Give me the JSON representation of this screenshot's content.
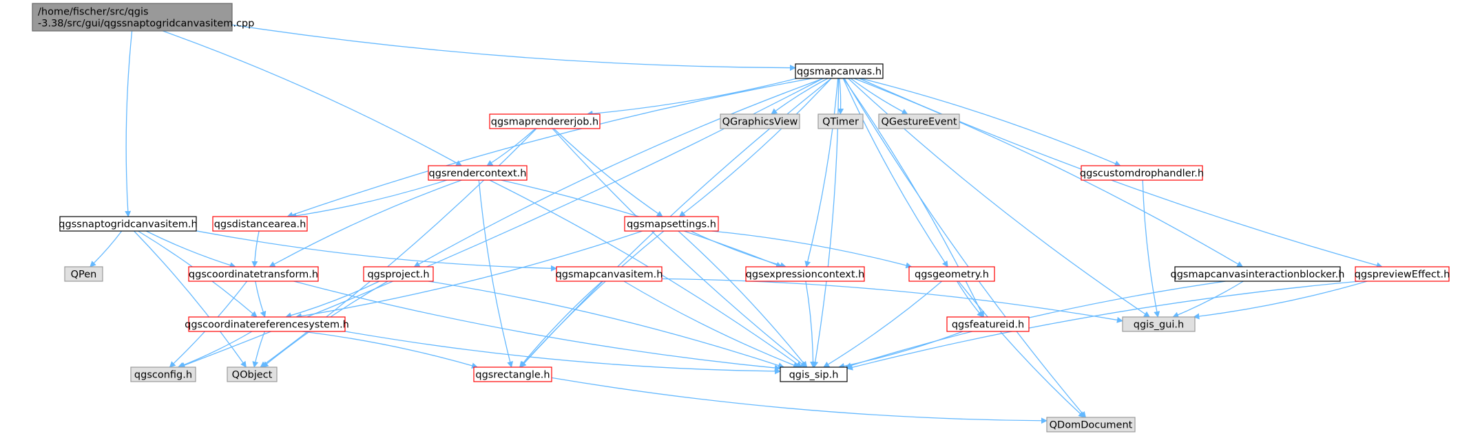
{
  "graph": {
    "edge_color": "#63b8ff",
    "box_styles": {
      "source": {
        "fill": "#999999",
        "stroke": "#666666"
      },
      "plain": {
        "fill": "#ffffff",
        "stroke": "#000000"
      },
      "link": {
        "fill": "#ffffff",
        "stroke": "#ff0000"
      },
      "external": {
        "fill": "#e0e0e0",
        "stroke": "#999999"
      }
    },
    "nodes": [
      {
        "id": "src",
        "label_lines": [
          "/home/fischer/src/qgis",
          "-3.38/src/gui/qgssnaptogridcanvasitem.cpp"
        ],
        "style": "source"
      },
      {
        "id": "mapcanvas",
        "label_lines": [
          "qgsmapcanvas.h"
        ],
        "style": "plain"
      },
      {
        "id": "maprendererjob",
        "label_lines": [
          "qgsmaprendererjob.h"
        ],
        "style": "link"
      },
      {
        "id": "qgraphicsview",
        "label_lines": [
          "QGraphicsView"
        ],
        "style": "external"
      },
      {
        "id": "qtimer",
        "label_lines": [
          "QTimer"
        ],
        "style": "external"
      },
      {
        "id": "qgestureevent",
        "label_lines": [
          "QGestureEvent"
        ],
        "style": "external"
      },
      {
        "id": "rendercontext",
        "label_lines": [
          "qgsrendercontext.h"
        ],
        "style": "link"
      },
      {
        "id": "customdrophandler",
        "label_lines": [
          "qgscustomdrophandler.h"
        ],
        "style": "link"
      },
      {
        "id": "snaptogrid",
        "label_lines": [
          "qgssnaptogridcanvasitem.h"
        ],
        "style": "plain"
      },
      {
        "id": "distancearea",
        "label_lines": [
          "qgsdistancearea.h"
        ],
        "style": "link"
      },
      {
        "id": "mapsettings",
        "label_lines": [
          "qgsmapsettings.h"
        ],
        "style": "link"
      },
      {
        "id": "qpen",
        "label_lines": [
          "QPen"
        ],
        "style": "external"
      },
      {
        "id": "coordtransform",
        "label_lines": [
          "qgscoordinatetransform.h"
        ],
        "style": "link"
      },
      {
        "id": "project",
        "label_lines": [
          "qgsproject.h"
        ],
        "style": "link"
      },
      {
        "id": "mapcanvasitem",
        "label_lines": [
          "qgsmapcanvasitem.h"
        ],
        "style": "link"
      },
      {
        "id": "expressioncontext",
        "label_lines": [
          "qgsexpressioncontext.h"
        ],
        "style": "link"
      },
      {
        "id": "geometry",
        "label_lines": [
          "qgsgeometry.h"
        ],
        "style": "link"
      },
      {
        "id": "interactionblocker",
        "label_lines": [
          "qgsmapcanvasinteractionblocker.h"
        ],
        "style": "plain"
      },
      {
        "id": "previeweffect",
        "label_lines": [
          "qgspreviewEffect.h"
        ],
        "style": "link"
      },
      {
        "id": "crs",
        "label_lines": [
          "qgscoordinatereferencesystem.h"
        ],
        "style": "link"
      },
      {
        "id": "featureid",
        "label_lines": [
          "qgsfeatureid.h"
        ],
        "style": "link"
      },
      {
        "id": "qgisgui",
        "label_lines": [
          "qgis_gui.h"
        ],
        "style": "external"
      },
      {
        "id": "config",
        "label_lines": [
          "qgsconfig.h"
        ],
        "style": "external"
      },
      {
        "id": "qobject",
        "label_lines": [
          "QObject"
        ],
        "style": "external"
      },
      {
        "id": "rectangle",
        "label_lines": [
          "qgsrectangle.h"
        ],
        "style": "link"
      },
      {
        "id": "qgissip",
        "label_lines": [
          "qgis_sip.h"
        ],
        "style": "plain"
      },
      {
        "id": "qdomdocument",
        "label_lines": [
          "QDomDocument"
        ],
        "style": "external"
      }
    ],
    "edges": [
      [
        "src",
        "mapcanvas"
      ],
      [
        "src",
        "rendercontext"
      ],
      [
        "src",
        "snaptogrid"
      ],
      [
        "mapcanvas",
        "maprendererjob"
      ],
      [
        "mapcanvas",
        "qgraphicsview"
      ],
      [
        "mapcanvas",
        "qtimer"
      ],
      [
        "mapcanvas",
        "qgestureevent"
      ],
      [
        "mapcanvas",
        "customdrophandler"
      ],
      [
        "mapcanvas",
        "distancearea"
      ],
      [
        "mapcanvas",
        "mapsettings"
      ],
      [
        "mapcanvas",
        "project"
      ],
      [
        "mapcanvas",
        "expressioncontext"
      ],
      [
        "mapcanvas",
        "geometry"
      ],
      [
        "mapcanvas",
        "interactionblocker"
      ],
      [
        "mapcanvas",
        "previeweffect"
      ],
      [
        "mapcanvas",
        "featureid"
      ],
      [
        "mapcanvas",
        "qgisgui"
      ],
      [
        "mapcanvas",
        "config"
      ],
      [
        "mapcanvas",
        "rectangle"
      ],
      [
        "mapcanvas",
        "qgissip"
      ],
      [
        "mapcanvas",
        "qdomdocument"
      ],
      [
        "maprendererjob",
        "rendercontext"
      ],
      [
        "maprendererjob",
        "mapsettings"
      ],
      [
        "maprendererjob",
        "qobject"
      ],
      [
        "maprendererjob",
        "qgissip"
      ],
      [
        "rendercontext",
        "distancearea"
      ],
      [
        "rendercontext",
        "coordtransform"
      ],
      [
        "rendercontext",
        "expressioncontext"
      ],
      [
        "rendercontext",
        "rectangle"
      ],
      [
        "rendercontext",
        "qgissip"
      ],
      [
        "customdrophandler",
        "qgisgui"
      ],
      [
        "snaptogrid",
        "qpen"
      ],
      [
        "snaptogrid",
        "coordtransform"
      ],
      [
        "snaptogrid",
        "crs"
      ],
      [
        "snaptogrid",
        "mapcanvasitem"
      ],
      [
        "snaptogrid",
        "qobject"
      ],
      [
        "distancearea",
        "coordtransform"
      ],
      [
        "mapsettings",
        "crs"
      ],
      [
        "mapsettings",
        "expressioncontext"
      ],
      [
        "mapsettings",
        "geometry"
      ],
      [
        "mapsettings",
        "rectangle"
      ],
      [
        "mapsettings",
        "qgissip"
      ],
      [
        "coordtransform",
        "crs"
      ],
      [
        "coordtransform",
        "config"
      ],
      [
        "coordtransform",
        "qgissip"
      ],
      [
        "project",
        "crs"
      ],
      [
        "project",
        "qobject"
      ],
      [
        "project",
        "qgissip"
      ],
      [
        "mapcanvasitem",
        "rectangle"
      ],
      [
        "mapcanvasitem",
        "qgisgui"
      ],
      [
        "mapcanvasitem",
        "qgissip"
      ],
      [
        "expressioncontext",
        "qgissip"
      ],
      [
        "geometry",
        "featureid"
      ],
      [
        "geometry",
        "qgissip"
      ],
      [
        "geometry",
        "qdomdocument"
      ],
      [
        "interactionblocker",
        "qgisgui"
      ],
      [
        "interactionblocker",
        "qgissip"
      ],
      [
        "previeweffect",
        "qgisgui"
      ],
      [
        "previeweffect",
        "qgissip"
      ],
      [
        "crs",
        "config"
      ],
      [
        "crs",
        "qobject"
      ],
      [
        "crs",
        "rectangle"
      ],
      [
        "crs",
        "qgissip"
      ],
      [
        "featureid",
        "qgissip"
      ],
      [
        "rectangle",
        "qdomdocument"
      ]
    ]
  }
}
